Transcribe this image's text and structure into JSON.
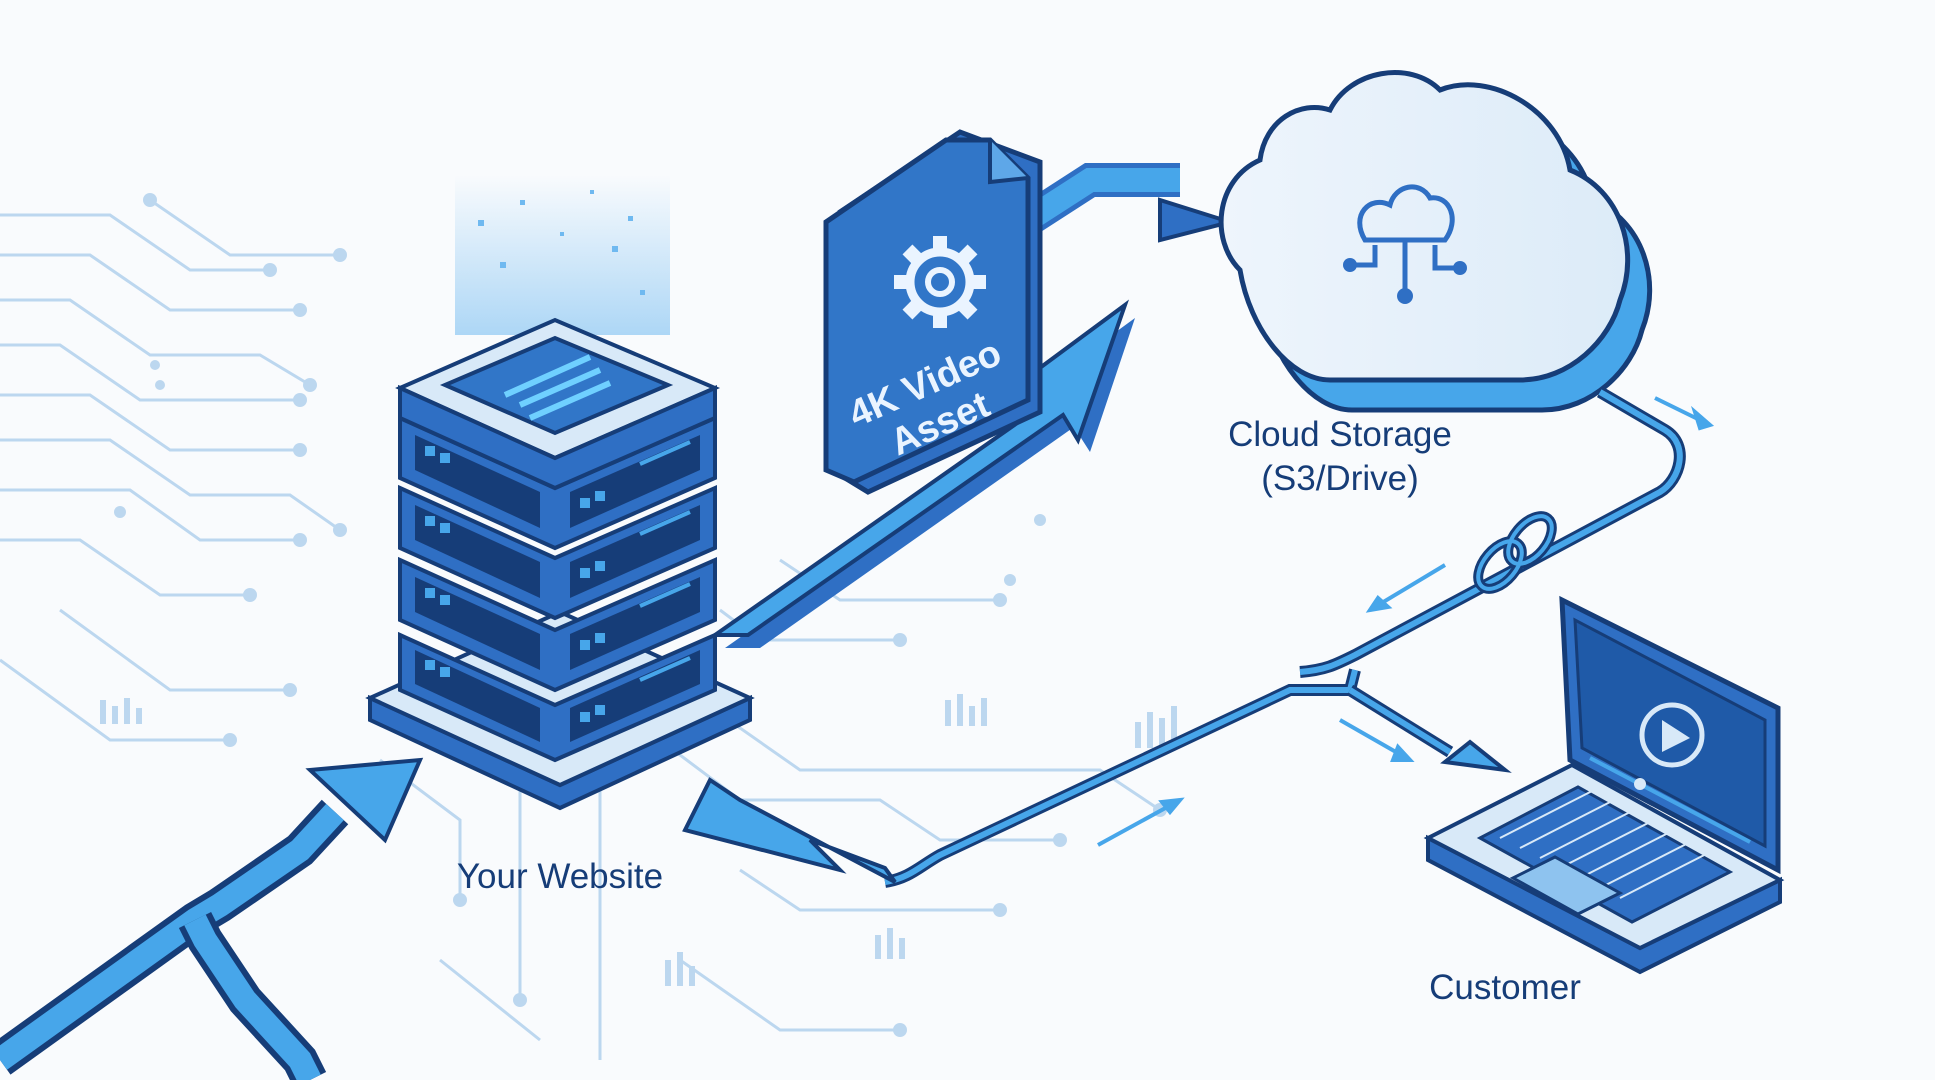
{
  "file_card": {
    "line1": "4K Video",
    "line2": "Asset",
    "icon": "gear-icon"
  },
  "nodes": {
    "website": {
      "label": "Your Website",
      "icon": "server-rack-icon"
    },
    "cloud": {
      "label_line1": "Cloud Storage",
      "label_line2": "(S3/Drive)",
      "icon": "cloud-network-icon"
    },
    "customer": {
      "label": "Customer",
      "icon": "laptop-play-icon"
    }
  },
  "links": {
    "chain_icon": "chain-link-icon"
  },
  "colors": {
    "primary": "#2f6fc4",
    "accent": "#47a6ea",
    "dark": "#163d78",
    "light": "#d8e9f8",
    "background": "#f9fbfd",
    "circuit": "#bcd7ef"
  }
}
